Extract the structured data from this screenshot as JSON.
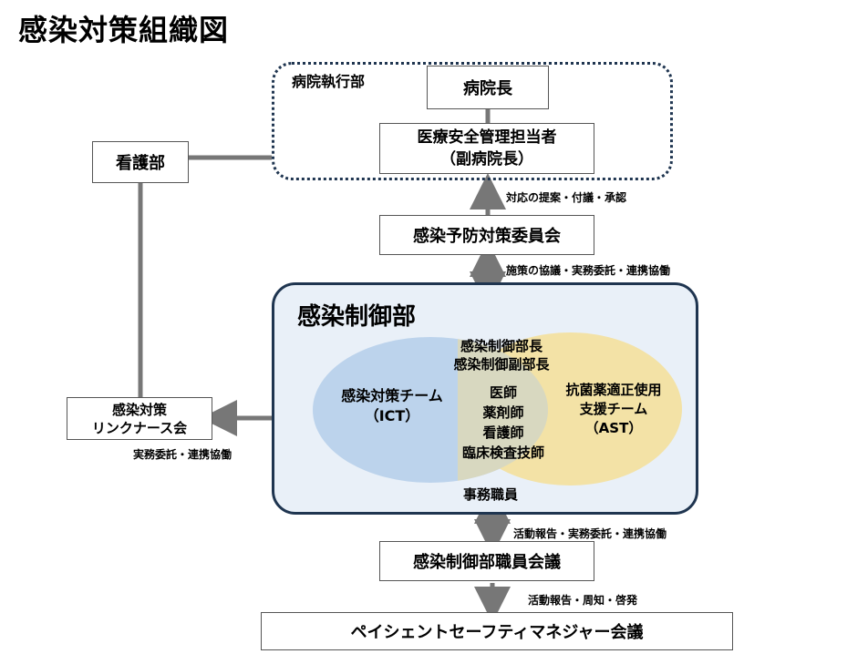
{
  "title": "感染対策組織図",
  "exec": {
    "group_label": "病院執行部",
    "director": "病院長",
    "safety_officer_line1": "医療安全管理担当者",
    "safety_officer_line2": "（副病院長）"
  },
  "nursing": "看護部",
  "committee": "感染予防対策委員会",
  "edges": {
    "committee_to_exec": "対応の提案・付議・承認",
    "committee_to_control": "施策の協議・実務委託・連携協働",
    "link_nurse": "実務委託・連携協働",
    "control_to_staff": "活動報告・実務委託・連携協働",
    "staff_to_psm": "活動報告・周知・啓発"
  },
  "control": {
    "title": "感染制御部",
    "head_line1": "感染制御部長",
    "head_line2": "感染制御副部長",
    "ict_line1": "感染対策チーム",
    "ict_line2": "（ICT）",
    "ast_line1": "抗菌薬適正使用",
    "ast_line2": "支援チーム",
    "ast_line3": "（AST）",
    "members": [
      "医師",
      "薬剤師",
      "看護師",
      "臨床検査技師"
    ],
    "office": "事務職員"
  },
  "link_nurse_line1": "感染対策",
  "link_nurse_line2": "リンクナース会",
  "staff_meeting": "感染制御部職員会議",
  "psm": "ペイシェントセーフティマネジャー会議",
  "colors": {
    "ict": "#bcd3ec",
    "ast": "#f3e2a6",
    "overlap": "#d8d8c0",
    "control_bg": "#e9f0f8",
    "control_border": "#1f3550",
    "dotted": "#1f3550",
    "connector": "#777777"
  }
}
